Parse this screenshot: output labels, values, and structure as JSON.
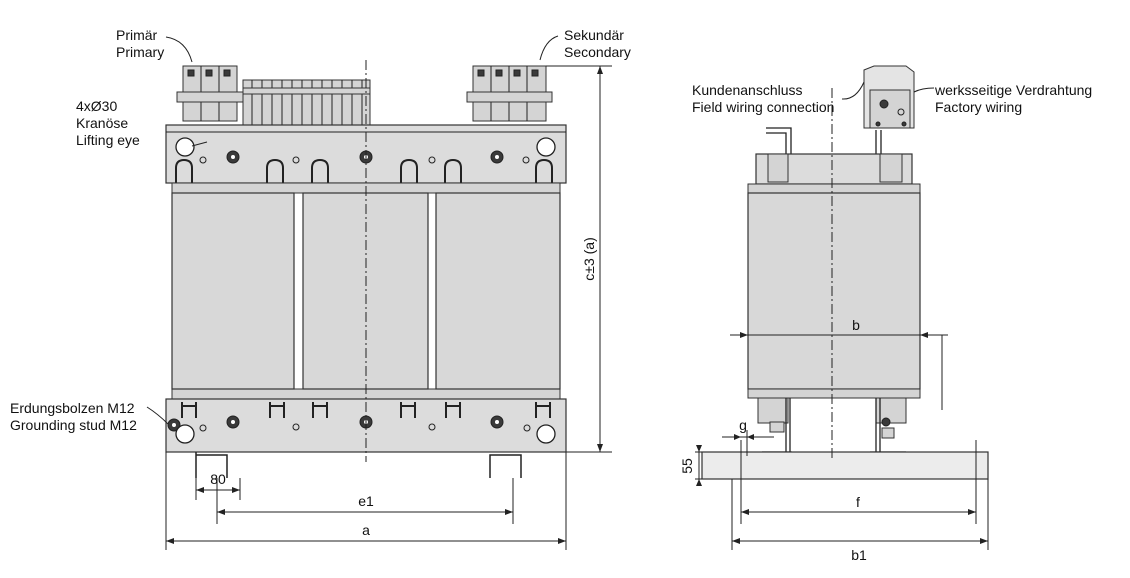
{
  "labels": {
    "primary_de": "Primär",
    "primary_en": "Primary",
    "secondary_de": "Sekundär",
    "secondary_en": "Secondary",
    "lifting_spec": "4xØ30",
    "lifting_de": "Kranöse",
    "lifting_en": "Lifting eye",
    "ground_de": "Erdungsbolzen M12",
    "ground_en": "Grounding stud M12",
    "field_de": "Kundenanschluss",
    "field_en": "Field wiring connection",
    "factory_de": "werksseitige Verdrahtung",
    "factory_en": "Factory wiring"
  },
  "dimensions": {
    "height": "c±3 (a)",
    "width_a": "a",
    "e1": "e1",
    "foot": "80",
    "depth_b": "b",
    "b1": "b1",
    "f": "f",
    "g": "g",
    "base_h": "55"
  }
}
